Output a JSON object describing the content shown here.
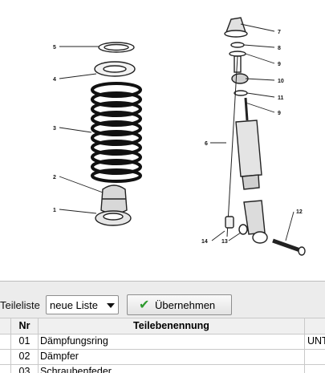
{
  "diagram": {
    "callouts": [
      "7",
      "8",
      "9",
      "10",
      "11",
      "9",
      "6",
      "12",
      "14",
      "13",
      "5",
      "4",
      "3",
      "2",
      "1"
    ]
  },
  "toolbar": {
    "list_label": "Teileliste",
    "list_select_value": "neue Liste",
    "apply_button_label": "Übernehmen",
    "apply_icon": "check-icon",
    "accent_color": "#2e9a2e"
  },
  "table": {
    "headers": [
      "Nr",
      "Teilebenennung"
    ],
    "rows": [
      {
        "nr": "01",
        "name": "Dämpfungsring",
        "extra": "UNT"
      },
      {
        "nr": "02",
        "name": "Dämpfer",
        "extra": ""
      },
      {
        "nr": "03",
        "name": "Schraubenfeder",
        "extra": ""
      }
    ]
  }
}
